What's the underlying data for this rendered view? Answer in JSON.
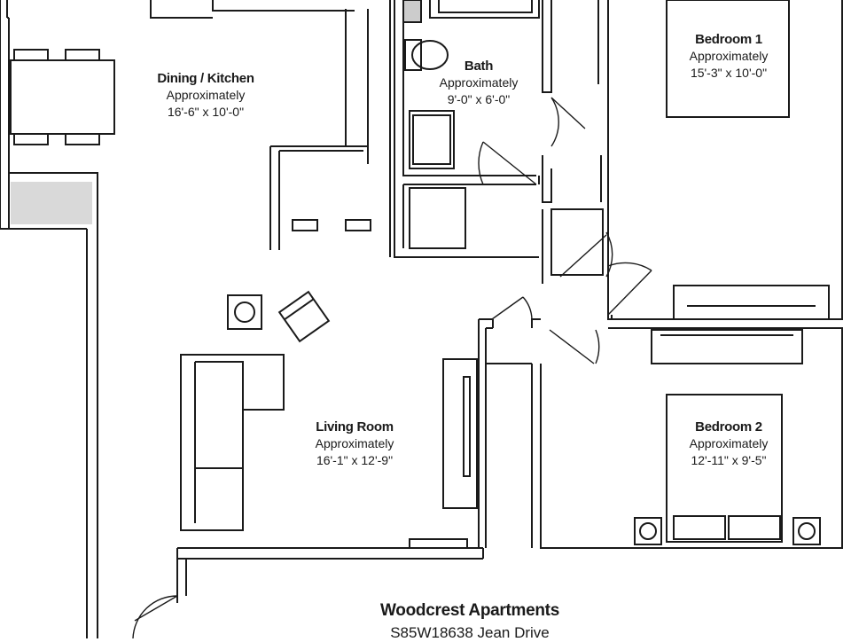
{
  "rooms": {
    "dining_kitchen": {
      "name": "Dining / Kitchen",
      "approx": "Approximately",
      "dims": "16'-6\" x 10'-0\""
    },
    "bath": {
      "name": "Bath",
      "approx": "Approximately",
      "dims": "9'-0\" x 6'-0\""
    },
    "bedroom1": {
      "name": "Bedroom 1",
      "approx": "Approximately",
      "dims": "15'-3\" x 10'-0\""
    },
    "living_room": {
      "name": "Living Room",
      "approx": "Approximately",
      "dims": "16'-1\" x 12'-9\""
    },
    "bedroom2": {
      "name": "Bedroom 2",
      "approx": "Approximately",
      "dims": "12'-11\" x 9'-5\""
    }
  },
  "title_block": {
    "property": "Woodcrest Apartments",
    "address": "S85W18638 Jean Drive"
  },
  "colors": {
    "wall": "#1a1a1a",
    "line": "#333333",
    "fill_gray": "#d9d9d9"
  }
}
